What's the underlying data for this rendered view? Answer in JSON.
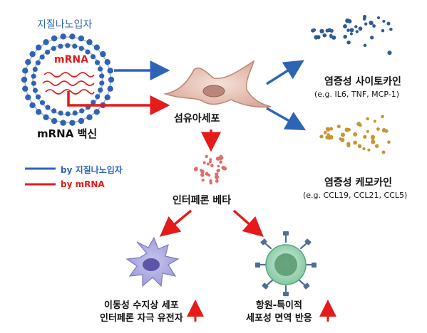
{
  "lnp_title": "지질나노입자",
  "mrna_label": "mRNA",
  "vaccine_label": "mRNA 백신",
  "fibroblast_label": "섬유아세포",
  "cytokine_label": "염증성 사이토카인",
  "cytokine_examples": "(e.g. IL6, TNF, MCP-1)",
  "chemokine_label": "염증성 케모카인",
  "chemokine_examples": "(e.g. CCL19, CCL21, CCL5)",
  "interferon_label": "인터페론 베타",
  "legend": {
    "lnp": "by 지질나노입자",
    "mrna": "by mRNA"
  },
  "outcome_left": {
    "line1": "이동성 수지상 세포",
    "line2": "인터페론 자극 유전자"
  },
  "outcome_right": {
    "line1": "항원-특이적",
    "line2": "세포성 면역 반응"
  },
  "colors": {
    "lnp_blue": "#2f64b4",
    "mrna_red": "#e31b1b",
    "cytokine_dots": "#2f5a96",
    "chemokine_dots": "#c9952e",
    "interferon_dots": "#e06b6b"
  }
}
